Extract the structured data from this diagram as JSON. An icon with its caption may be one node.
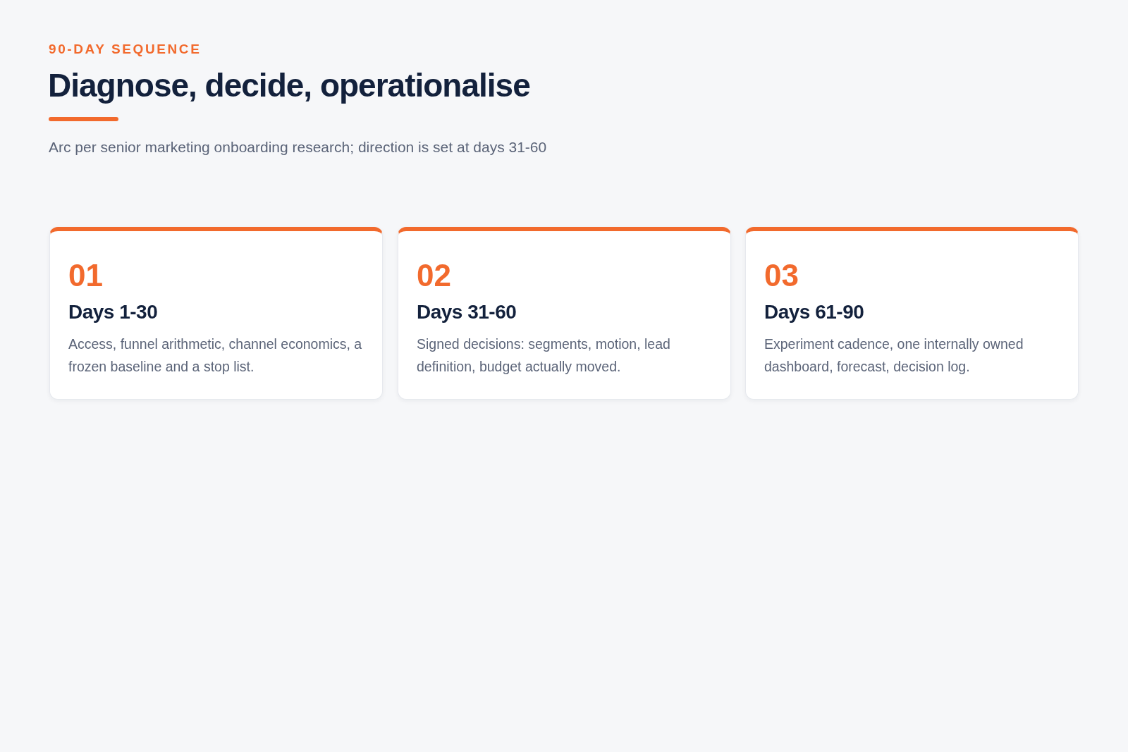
{
  "diagram": {
    "title": "Diagnose, decide, operationalise",
    "nodes": [
      {
        "text": [
          "01",
          "Days 1-30",
          "Access, funnel arithmetic, channel economics, a frozen baseline and a stop list."
        ]
      },
      {
        "text": [
          "02",
          "Days 31-60",
          "Signed decisions: segments, motion, lead definition, budget actually moved."
        ]
      },
      {
        "text": [
          "03",
          "Days 61-90",
          "Experiment cadence, one internally owned dashboard, forecast, decision log."
        ]
      }
    ],
    "edges": [],
    "labels": [
      "90-DAY SEQUENCE",
      "Arc per senior marketing onboarding research; direction is set at days 31-60"
    ]
  }
}
